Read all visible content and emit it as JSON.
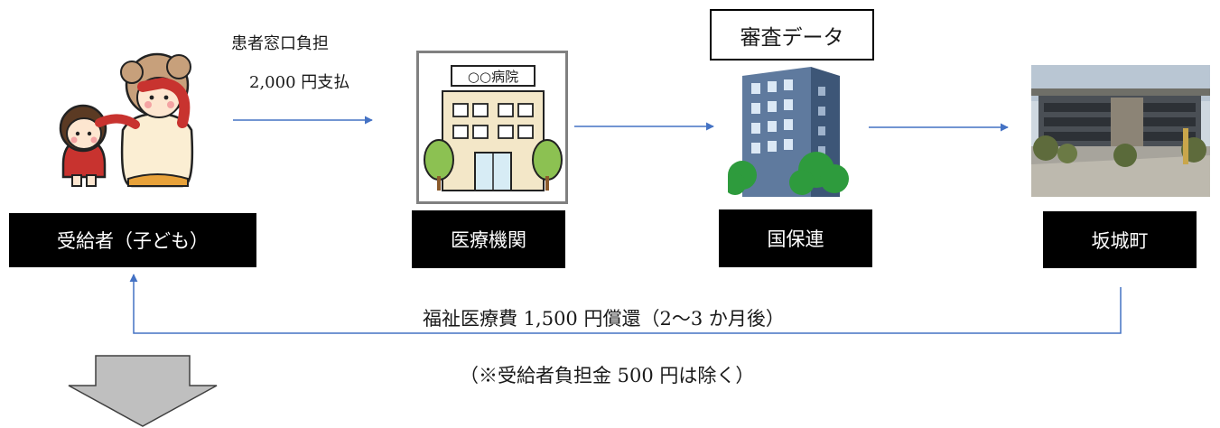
{
  "nodes": {
    "recipient": {
      "label": "受給者（子ども）",
      "icon": "mother-and-child-icon"
    },
    "hospital": {
      "label": "医療機関",
      "sign_text": "○○病院",
      "icon": "hospital-icon"
    },
    "federation": {
      "label": "国保連",
      "icon": "office-building-icon"
    },
    "town": {
      "label": "坂城町",
      "icon": "town-hall-photo"
    }
  },
  "review_data": {
    "label": "審査データ"
  },
  "payment": {
    "line1": "患者窓口負担",
    "line2": "2,000 円支払"
  },
  "reimbursement": {
    "text": "福祉医療費 1,500 円償還（2〜3 か月後）"
  },
  "note": {
    "text": "（※受給者負担金 500 円は除く）"
  },
  "colors": {
    "arrow": "#4472c4",
    "label_bg": "#000000",
    "label_text": "#ffffff",
    "down_arrow": "#bfbfbf"
  }
}
